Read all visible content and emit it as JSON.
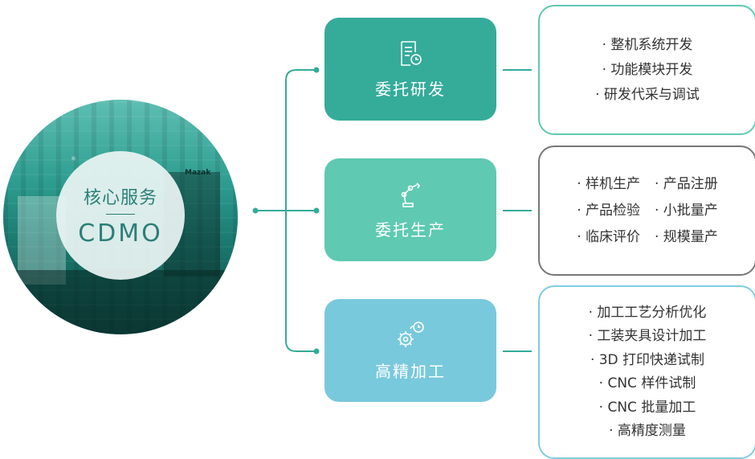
{
  "hub": {
    "title": "核心服务",
    "subtitle": "CDMO",
    "photo_brand": "Mazak"
  },
  "services": [
    {
      "label": "委托研发",
      "icon": "document-clock-icon",
      "color": "#35ab9a",
      "items": [
        "· 整机系统开发",
        "· 功能模块开发",
        "· 研发代采与调试"
      ]
    },
    {
      "label": "委托生产",
      "icon": "robot-arm-icon",
      "color": "#5fc9b2",
      "items": [
        "· 样机生产",
        "· 产品注册",
        "· 产品检验",
        "· 小批量产",
        "· 临床评价",
        "· 规模量产"
      ]
    },
    {
      "label": "高精加工",
      "icon": "gear-clock-icon",
      "color": "#79c9dc",
      "items": [
        "· 加工工艺分析优化",
        "· 工装夹具设计加工",
        "· 3D 打印快递试制",
        "· CNC 样件试制",
        "· CNC 批量加工",
        "· 高精度测量"
      ]
    }
  ],
  "colors": {
    "connector": "#35ab9a",
    "panel_border_1": "#5fc9b2",
    "panel_border_2": "#777777",
    "panel_border_3": "#7fcde0"
  }
}
